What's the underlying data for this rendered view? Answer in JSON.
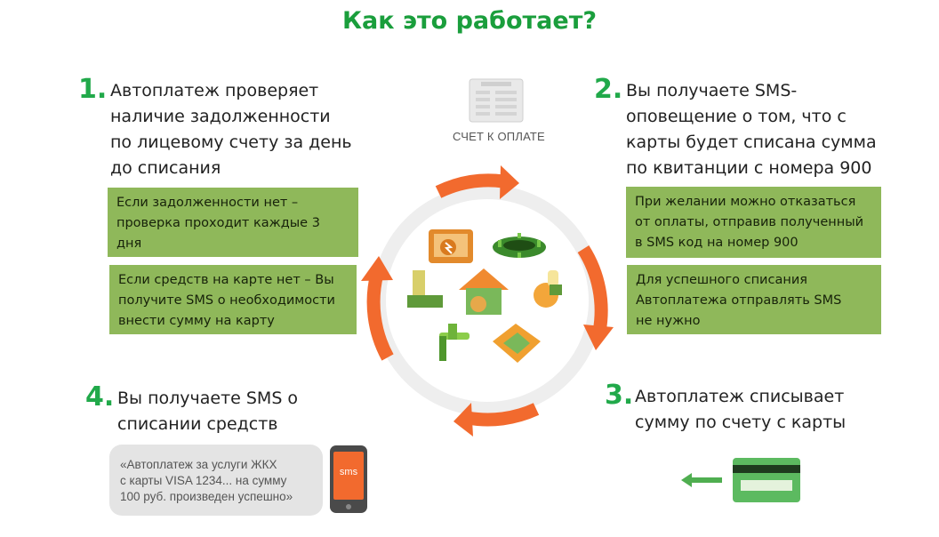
{
  "title": "Как это работает?",
  "steps": [
    {
      "number": "1.",
      "lines": [
        "Автоплатеж проверяет",
        "наличие задолженности",
        "по лицевому счету за день",
        "до списания"
      ]
    },
    {
      "number": "2.",
      "lines": [
        "Вы получаете SMS-",
        "оповещение о том, что с",
        "карты будет списана сумма",
        "по квитанции с номера 900"
      ]
    },
    {
      "number": "3.",
      "lines": [
        "Автоплатеж списывает",
        "сумму по счету с карты"
      ]
    },
    {
      "number": "4.",
      "lines": [
        "Вы получаете SMS о",
        "списании средств"
      ]
    }
  ],
  "notes": {
    "left_1": [
      "Если задолженности нет –",
      "проверка проходит каждые 3",
      "дня"
    ],
    "left_2": [
      "Если средств на карте нет – Вы",
      "получите SMS о необходимости",
      "внести сумму на карту"
    ],
    "right_1": [
      "При желании можно отказаться",
      "от оплаты, отправив полученный",
      "в SMS код на номер 900"
    ],
    "right_2": [
      "Для успешного списания",
      "Автоплатежа отправлять SMS",
      "не нужно"
    ]
  },
  "bill_label": "СЧЕТ К ОПЛАТЕ",
  "sms_message": [
    "«Автоплатеж за услуги ЖКХ",
    "с карты VISA 1234... на сумму",
    "100 руб. произведен успешно»"
  ],
  "phone_label": "sms",
  "colors": {
    "title": "#1a9e3c",
    "step_number": "#21a94a",
    "note_bg": "#8fb85a",
    "arrow": "#f26a2e",
    "ring": "#eeeeee",
    "card": "#5cba60",
    "phone_screen": "#f26a2e"
  },
  "icons": [
    "bill-icon",
    "electricity-icon",
    "gas-burner-icon",
    "house-icon",
    "heating-radiator-icon",
    "water-faucet-icon",
    "light-bulb-icon",
    "paint-roller-icon",
    "phone-icon",
    "bank-card-icon",
    "left-arrow-icon"
  ]
}
